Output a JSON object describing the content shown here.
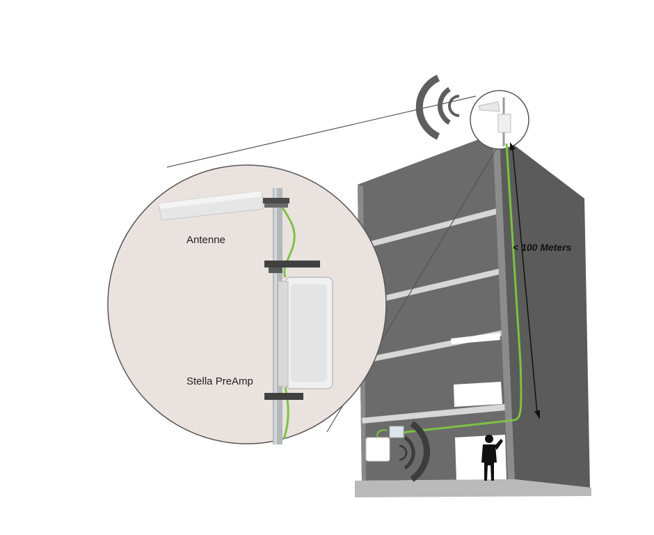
{
  "labels": {
    "antenna": "Antenne",
    "preamp": "Stella PreAmp",
    "distance": "< 100 Meters"
  },
  "icons": {
    "rooftop_signal": "signal-waves-icon",
    "indoor_signal": "signal-waves-icon",
    "person": "person-on-phone-icon"
  },
  "colors": {
    "building": "#646464",
    "building_dark": "#4f4f4f",
    "cable": "#7dc243",
    "zoom_circle": "#e9e2df",
    "signal": "#575757",
    "antenna": "#e6e6e6"
  }
}
